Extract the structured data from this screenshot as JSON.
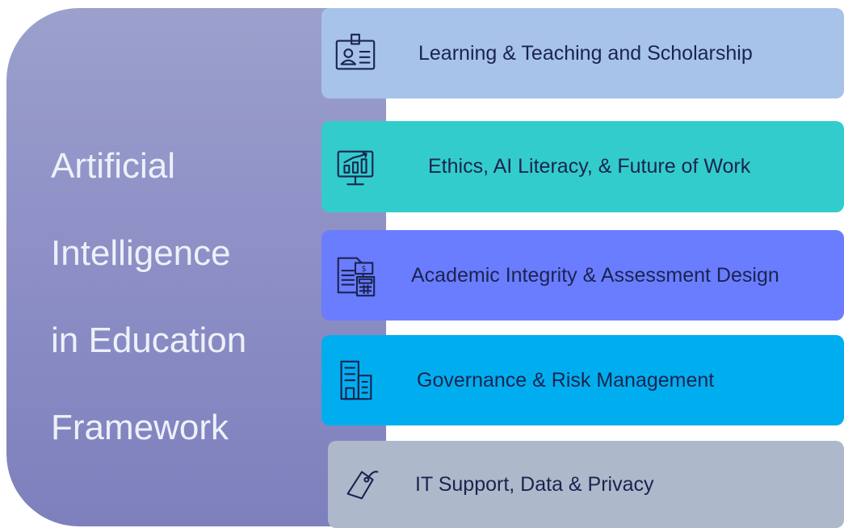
{
  "title_lines": [
    "Artificial",
    "Intelligence",
    "in Education",
    "Framework"
  ],
  "items": [
    {
      "label": "Learning & Teaching and Scholarship",
      "icon": "id-badge-icon",
      "color": "#a7c3ea"
    },
    {
      "label": "Ethics, AI Literacy, & Future of Work",
      "icon": "monitor-chart-icon",
      "color": "#33cccc"
    },
    {
      "label": "Academic Integrity & Assessment Design",
      "icon": "document-calculator-icon",
      "color": "#6b7dff"
    },
    {
      "label": "Governance & Risk Management",
      "icon": "building-icon",
      "color": "#00aeef"
    },
    {
      "label": "IT Support, Data & Privacy",
      "icon": "tag-icon",
      "color": "#adb9ca"
    }
  ],
  "colors": {
    "panel_top": "#9ba0cc",
    "panel_bottom": "#7d80bd",
    "title_text": "#eef0fa",
    "label_text": "#1a2450"
  }
}
